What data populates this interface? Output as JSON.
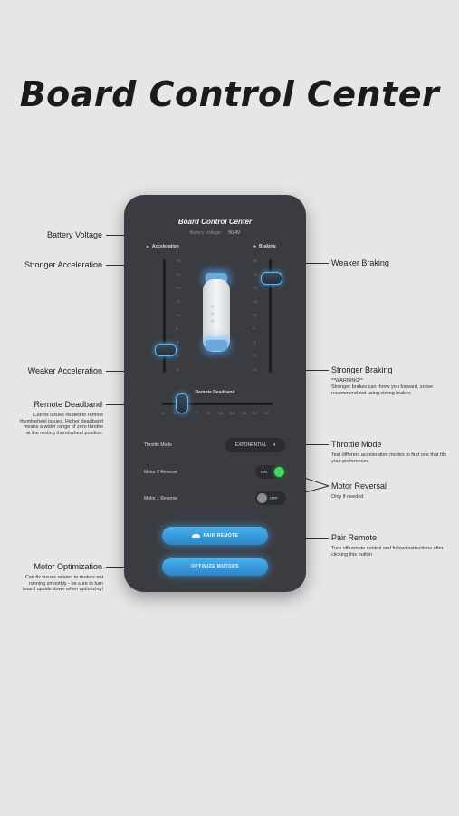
{
  "title": "Board Control Center",
  "colors": {
    "accent": "#59b9ff",
    "panel": "#3a3c41",
    "on": "#3ddc5c"
  },
  "phone": {
    "title": "Board Control Center",
    "battery_label": "Battery Voltage:",
    "battery_value": "50.4V",
    "acceleration_header": "Acceleration",
    "braking_header": "Braking",
    "acceleration_icon": "throttle-icon",
    "braking_icon": "brake-icon",
    "accel_ticks": [
      "+5",
      "+4",
      "+3",
      "+2",
      "+1",
      "0",
      "-1",
      "-2",
      "-3"
    ],
    "brake_ticks": [
      "+5",
      "+4",
      "+3",
      "+2",
      "+1",
      "0",
      "-1",
      "-2",
      "-3"
    ],
    "board_chevrons": [
      "^",
      "^",
      "^"
    ],
    "deadband_label": "Remote Deadband",
    "deadband_ticks": [
      "+1",
      "+3",
      "+5",
      "+7",
      "+9",
      "+11",
      "+13",
      "+15",
      "+17",
      "+19"
    ],
    "throttle_mode_label": "Throttle Mode",
    "throttle_mode_value": "EXPONENTIAL",
    "throttle_mode_caret": "▾",
    "motor0_label": "Motor 0 Reverse",
    "motor0_state": "ON",
    "motor1_label": "Motor 1 Reverse",
    "motor1_state": "OFF",
    "pair_remote": "PAIR REMOTE",
    "pair_icon": "remote-icon",
    "optimize_motors": "OPTIMIZE MOTORS"
  },
  "annotations": {
    "battery_voltage": "Battery Voltage",
    "stronger_acceleration": "Stronger Acceleration",
    "weaker_acceleration": "Weaker Acceleration",
    "remote_deadband": "Remote Deadband",
    "remote_deadband_desc": "Can fix issues related to remote thumbwheel issues. Higher deadband means a wider range of zero throttle at the resting thumbwheel position.",
    "motor_optimization": "Motor Optimization",
    "motor_optimization_desc": "Can fix issues related to motors not running smoothly - be sure to turn board upside down when optimizing!",
    "weaker_braking": "Weaker Braking",
    "stronger_braking": "Stronger Braking",
    "stronger_braking_warning": "**WARNING**",
    "stronger_braking_desc": "Stronger brakes can throw you forward, so we recommend not using strong brakes",
    "throttle_mode": "Throttle Mode",
    "throttle_mode_desc": "Test different acceleration modes to find one that fits your preferences",
    "motor_reversal": "Motor Reversal",
    "motor_reversal_desc": "Only if needed",
    "pair_remote": "Pair Remote",
    "pair_remote_desc": "Turn off remote control and follow instructions after clicking this button"
  }
}
